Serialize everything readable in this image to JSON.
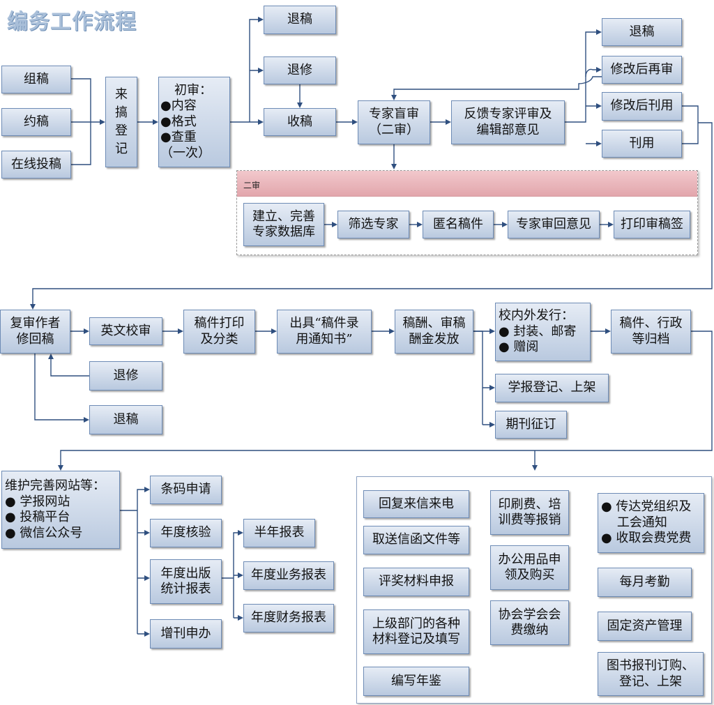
{
  "title": "编务工作流程",
  "stage1": {
    "zugao": "组稿",
    "yuegao": "约稿",
    "zaixian": "在线投稿",
    "laigao": "来搞登记",
    "chushen": [
      "初审：",
      "●内容",
      "●格式",
      "●查重",
      "（一次）"
    ],
    "tuigao_a": "退稿",
    "tuixiu_a": "退修",
    "shougao": "收稿",
    "zhuanjia": "专家盲审\n（二审）",
    "fankui": "反馈专家评审及\n编辑部意见",
    "tuigao_b": "退稿",
    "xiugai_zaishen": "修改后再审",
    "xiugai_kanyong": "修改后刊用",
    "kanyong": "刊用"
  },
  "second_review": {
    "header": "二审",
    "steps": [
      "建立、完善\n专家数据库",
      "筛选专家",
      "匿名稿件",
      "专家审回意见",
      "打印审稿签"
    ]
  },
  "stage2": {
    "fushen": "复审作者\n修回稿",
    "yingwen": "英文校审",
    "dayin": "稿件打印\n及分类",
    "tongzhi": "出具“稿件录\n用通知书”",
    "gaochou": "稿酬、审稿\n酬金发放",
    "faxing": [
      "校内外发行：",
      "●  封装、邮寄",
      "●  赠阅"
    ],
    "guidang": "稿件、行政\n等归档",
    "xuebao": "学报登记、上架",
    "qikan": "期刊征订",
    "tuixiu": "退修",
    "tuigao": "退稿"
  },
  "stage3": {
    "weihu": [
      "维护完善网站等：",
      "●  学报网站",
      "●  投稿平台",
      "●  微信公众号"
    ],
    "tiaoma": "条码申请",
    "niandu_heyan": "年度核验",
    "niandu_chuban": "年度出版\n统计报表",
    "zengkan": "增刊申办",
    "bannian": "半年报表",
    "yewu": "年度业务报表",
    "caiwu": "年度财务报表"
  },
  "admin": {
    "huifu": "回复来信来电",
    "qusong": "取送信函文件等",
    "pingjiang": "评奖材料申报",
    "shangji": "上级部门的各种\n材料登记及填写",
    "nianjian": "编写年鉴",
    "yinshua": "印刷费、培\n训费等报销",
    "bangong": "办公用品申\n领及购买",
    "xiehui": "协会学会会\n费缴纳",
    "chuanda": [
      "●  传达党组织及",
      "    工会通知",
      "●  收取会费党费"
    ],
    "kaoqin": "每月考勤",
    "zichan": "固定资产管理",
    "tushu": "图书报刊订购、\n登记、上架"
  }
}
